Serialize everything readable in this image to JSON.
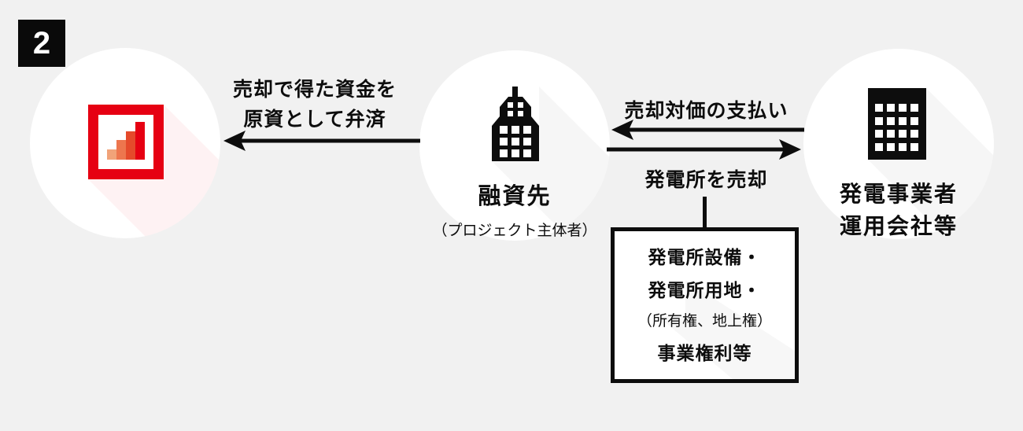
{
  "page": {
    "step_number": "2",
    "background_color": "#f1f1f1",
    "ink_color": "#0d0d0d",
    "accent_red": "#e60012"
  },
  "nodes": {
    "bank": {
      "icon": "bar-chart-logo-icon",
      "logo_bar_colors": [
        "#f1a379",
        "#ed764e",
        "#e54a2b",
        "#e60012"
      ]
    },
    "borrower": {
      "icon": "tower-building-icon",
      "label": "融資先",
      "sublabel": "（プロジェクト主体者）"
    },
    "operator": {
      "icon": "office-building-icon",
      "label_line1": "発電事業者",
      "label_line2": "運用会社等"
    }
  },
  "flows": {
    "repayment": {
      "direction": "right-to-left",
      "line1": "売却で得た資金を",
      "line2": "原資として弁済"
    },
    "payment": {
      "direction": "right-to-left",
      "label": "売却対価の支払い"
    },
    "sale": {
      "direction": "left-to-right",
      "label": "発電所を売却"
    }
  },
  "asset_box": {
    "line1": "発電所設備・",
    "line2": "発電所用地・",
    "line3": "（所有権、地上権）",
    "line4": "事業権利等"
  }
}
